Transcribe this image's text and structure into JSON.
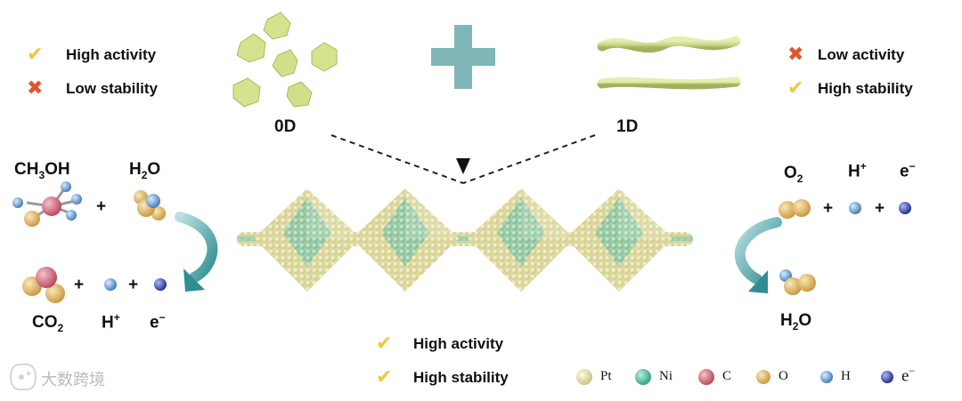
{
  "left_props": [
    {
      "symbol": "check",
      "label": "High activity"
    },
    {
      "symbol": "cross",
      "label": "Low stability"
    }
  ],
  "right_props": [
    {
      "symbol": "cross",
      "label": "Low activity"
    },
    {
      "symbol": "check",
      "label": "High stability"
    }
  ],
  "bottom_props": [
    {
      "symbol": "check",
      "label": "High activity"
    },
    {
      "symbol": "check",
      "label": "High stability"
    }
  ],
  "label_0d": "0D",
  "label_1d": "1D",
  "plus": "+",
  "left_reaction": {
    "reactant1": {
      "main": "CH",
      "sub": "3",
      "rest": "OH"
    },
    "reactant2": {
      "main": "H",
      "sub": "2",
      "rest": "O"
    },
    "product1": {
      "main": "CO",
      "sub": "2",
      "rest": ""
    },
    "product2": {
      "main": "H",
      "sup": "+"
    },
    "product3": {
      "main": "e",
      "sup": "−"
    }
  },
  "right_reaction": {
    "reactant1": {
      "main": "O",
      "sub": "2"
    },
    "reactant2": {
      "main": "H",
      "sup": "+"
    },
    "reactant3": {
      "main": "e",
      "sup": "−"
    },
    "product": {
      "main": "H",
      "sub": "2",
      "rest": "O"
    }
  },
  "legend": [
    {
      "label": "Pt",
      "color": "#e9e6a6"
    },
    {
      "label": "Ni",
      "color": "#5cc3ae"
    },
    {
      "label": "C",
      "color": "#d9697a"
    },
    {
      "label": "O",
      "color": "#e8c270"
    },
    {
      "label": "H",
      "color": "#6fa6d6"
    },
    {
      "label": "e",
      "sup": "−",
      "color": "#3a4fb0"
    }
  ],
  "watermark": "大数跨境",
  "colors": {
    "check": "#f2c53d",
    "cross": "#e0552f",
    "arrow": "#4fa3a8",
    "plus_big": "#7fb6b7",
    "wire": "#c9d98a"
  }
}
